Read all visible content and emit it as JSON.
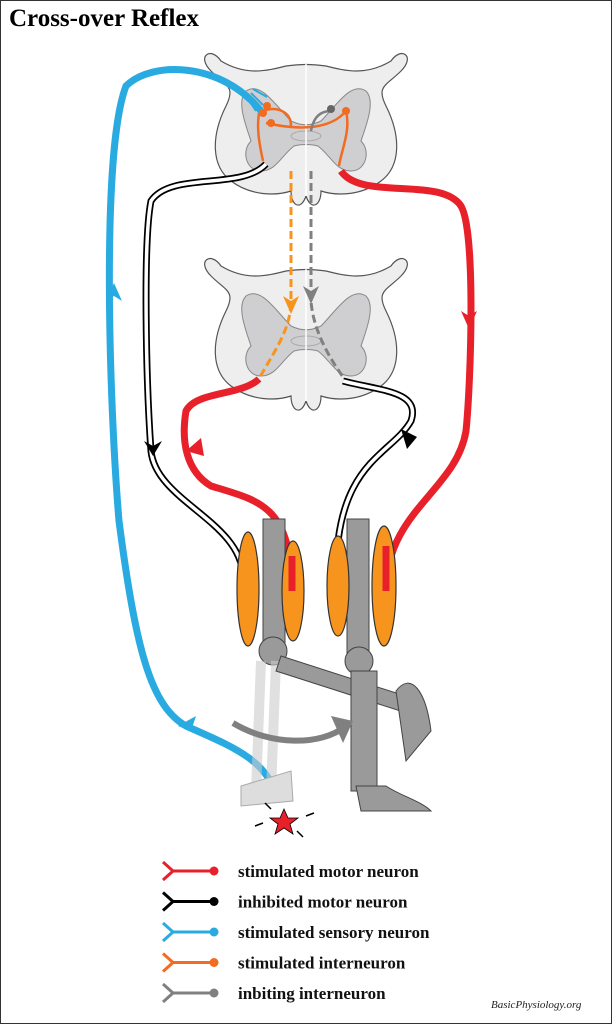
{
  "title": "Cross-over Reflex",
  "legend": [
    {
      "label": "stimulated motor neuron",
      "color": "#e8202a"
    },
    {
      "label": "inhibited motor neuron",
      "color": "#000000"
    },
    {
      "label": "stimulated sensory neuron",
      "color": "#29abe2"
    },
    {
      "label": "stimulated interneuron",
      "color": "#f26b21"
    },
    {
      "label": "inbiting interneuron",
      "color": "#808080"
    }
  ],
  "credit": "BasicPhysiology.org",
  "colors": {
    "muscle": "#f7941d",
    "bone": "#9a9a9a",
    "cord": "#eeeeee",
    "grey_matter": "#cfcfd1"
  }
}
